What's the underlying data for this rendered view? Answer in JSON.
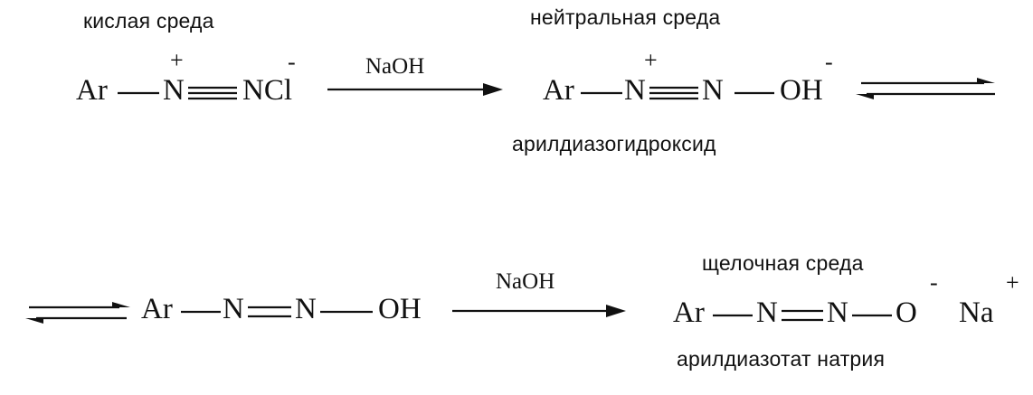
{
  "conditions": {
    "acidic": "кислая среда",
    "neutral": "нейтральная среда",
    "alkaline": "щелочная среда"
  },
  "names": {
    "aryldiazohydroxide": "арилдиазогидроксид",
    "sodium_aryldiazotate": "арилдиазотат натрия"
  },
  "reagent": "NaOH",
  "atoms": {
    "ar": "Ar",
    "n": "N",
    "ncl": "NCl",
    "oh": "OH",
    "o": "O",
    "na": "Na",
    "plus": "+",
    "minus": "-"
  }
}
